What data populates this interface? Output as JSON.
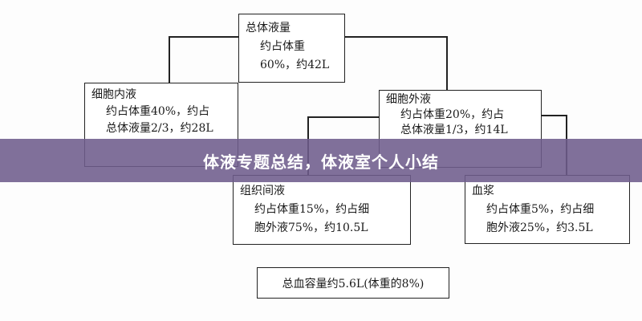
{
  "diagram": {
    "total": {
      "title": "总体液量",
      "lines": [
        "约占体重",
        "60%，约42L"
      ]
    },
    "intracellular": {
      "title": "细胞内液",
      "lines": [
        "约占体重40%，约占",
        "总体液量2/3，约28L"
      ]
    },
    "extracellular": {
      "title": "细胞外液",
      "lines": [
        "约占体重20%，约占",
        "总体液量1/3，约14L"
      ]
    },
    "interstitial": {
      "title": "组织间液",
      "lines": [
        "约占体重15%，约占细",
        "胞外液75%，约10.5L"
      ]
    },
    "plasma": {
      "title": "血浆",
      "lines": [
        "约占体重5%，约占细",
        "胞外液25%，约3.5L"
      ]
    },
    "blood": {
      "text": "总血容量约5.6L(体重的8%)"
    }
  },
  "banner": {
    "title": "体液专题总结，体液室个人小结",
    "color": "#6e5c8c"
  }
}
